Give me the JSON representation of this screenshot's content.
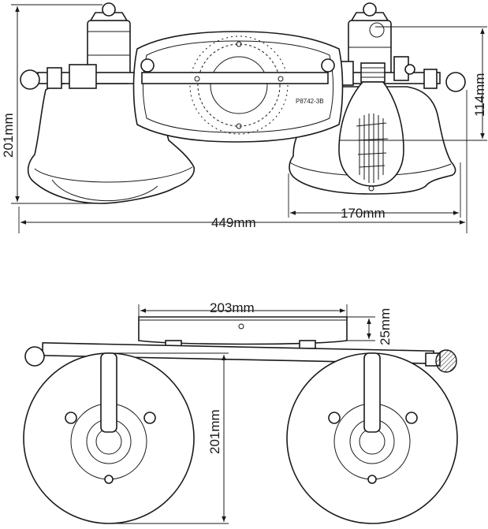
{
  "front_view": {
    "height_label": "201mm",
    "mount_height_label": "114mm",
    "shade_width_label": "170mm",
    "overall_width_label": "449mm",
    "backplate_part_number": "P8742-3B"
  },
  "top_view": {
    "backplate_width_label": "203mm",
    "backplate_depth_label": "25mm",
    "shade_diameter_label": "201mm"
  }
}
